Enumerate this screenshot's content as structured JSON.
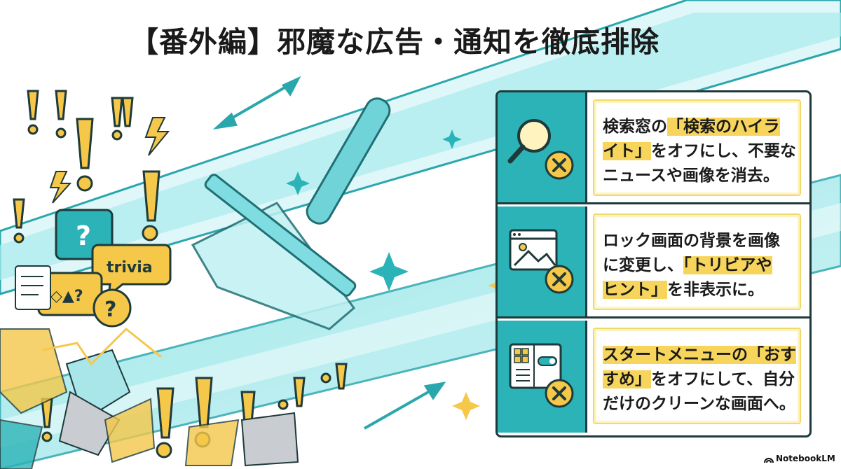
{
  "title": "【番外編】邪魔な広告・通知を徹底排除",
  "illustration": {
    "bubble_word": "trivia"
  },
  "tips": [
    {
      "icon": "magnifier-x-icon",
      "line1_pre": "検索窓の",
      "line1_hl": "「検索のハイラ",
      "line2_hl": "イト」",
      "line2_post": "をオフにし、不要な",
      "line3": "ニュースや画像を消去。"
    },
    {
      "icon": "lockscreen-image-x-icon",
      "line1": "ロック画面の背景を画像",
      "line2_pre": "に変更し、",
      "line2_hl": "「トリビアや",
      "line3_hl": "ヒント」",
      "line3_post": "を非表示に。"
    },
    {
      "icon": "start-menu-x-icon",
      "line1_hl": "スタートメニューの「おす",
      "line2_hl": "すめ」",
      "line2_post": "をオフにして、自分",
      "line3": "だけのクリーンな画面へ。"
    }
  ],
  "colors": {
    "teal": "#2bb3b8",
    "yellow": "#f5c84a",
    "dark": "#1f3a3a"
  },
  "watermark": "NotebookLM"
}
